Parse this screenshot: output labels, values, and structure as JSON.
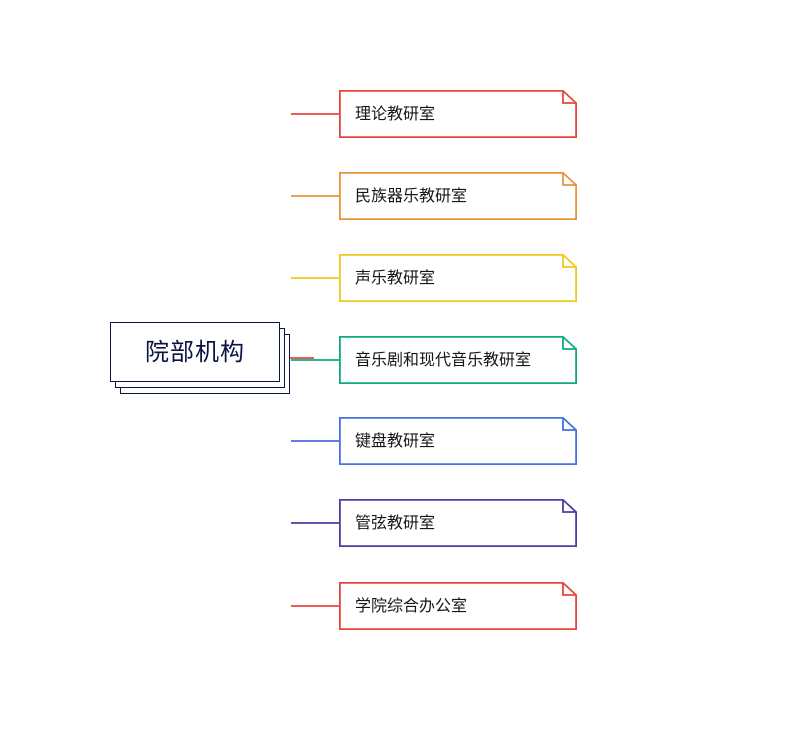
{
  "diagram": {
    "type": "mindmap",
    "title": "院部机构",
    "background_color": "#ffffff",
    "root": {
      "label": "院部机构",
      "border_color": "#0b1340",
      "text_color": "#0b1340",
      "stacked_cards": 3
    },
    "trunk": {
      "description": "vertical spine with multi-stop color gradient",
      "gradient_stops": [
        "#F5A7A3",
        "#F59A44",
        "#F6C02A",
        "#16A77C",
        "#8A5E9B",
        "#F5A7A3",
        "#E8453C"
      ]
    },
    "nodes": [
      {
        "label": "理论教研室",
        "color": "#E8453C",
        "connector_color": "#E8453C"
      },
      {
        "label": "民族器乐教研室",
        "color": "#E8943A",
        "connector_color": "#E8943A"
      },
      {
        "label": "声乐教研室",
        "color": "#EFC820",
        "connector_color": "#EFC820"
      },
      {
        "label": "音乐剧和现代音乐教研室",
        "color": "#13A884",
        "connector_color": "#13A884"
      },
      {
        "label": "键盘教研室",
        "color": "#4671E0",
        "connector_color": "#4671E0"
      },
      {
        "label": "管弦教研室",
        "color": "#4A3FA8",
        "connector_color": "#4A3FA8"
      },
      {
        "label": "学院综合办公室",
        "color": "#E8453C",
        "connector_color": "#E8453C"
      }
    ]
  }
}
